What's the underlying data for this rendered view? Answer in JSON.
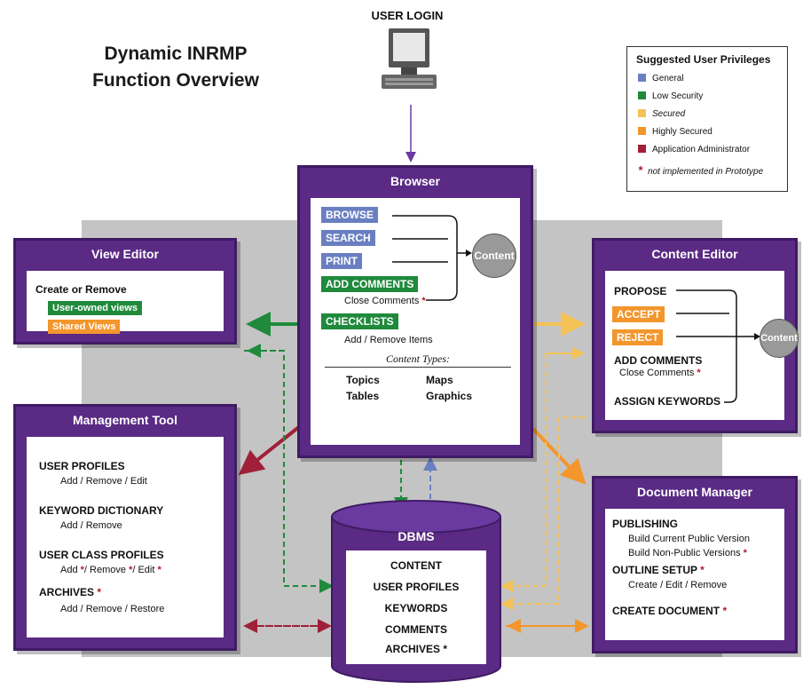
{
  "title": {
    "line1": "Dynamic INRMP",
    "line2": "Function Overview"
  },
  "login": {
    "label": "USER LOGIN"
  },
  "legend": {
    "title": "Suggested User Privileges",
    "items": [
      {
        "label": "General",
        "color": "#6a7fc2"
      },
      {
        "label": "Low Security",
        "color": "#1f8a3c"
      },
      {
        "label": "Secured",
        "color": "#f5c258"
      },
      {
        "label": "Highly Secured",
        "color": "#f3962c"
      },
      {
        "label": "Application Administrator",
        "color": "#a0203a"
      }
    ],
    "note": "not implemented in Prototype"
  },
  "browser": {
    "title": "Browser",
    "browse": "BROWSE",
    "search": "SEARCH",
    "print": "PRINT",
    "add_comments": "ADD COMMENTS",
    "close_comments": "Close Comments",
    "checklists": "CHECKLISTS",
    "add_remove_items": "Add / Remove Items",
    "content": "Content",
    "content_types": "Content Types:",
    "types": [
      "Topics",
      "Maps",
      "Tables",
      "Graphics"
    ]
  },
  "view_editor": {
    "title": "View Editor",
    "create_remove": "Create or Remove",
    "user_owned": "User-owned views",
    "shared": "Shared Views"
  },
  "content_editor": {
    "title": "Content Editor",
    "propose": "PROPOSE",
    "accept": "ACCEPT",
    "reject": "REJECT",
    "add_comments": "ADD COMMENTS",
    "close_comments": "Close Comments",
    "assign_keywords": "ASSIGN KEYWORDS",
    "content": "Content"
  },
  "management_tool": {
    "title": "Management Tool",
    "user_profiles": "USER PROFILES",
    "user_profiles_sub": "Add / Remove / Edit",
    "keyword_dictionary": "KEYWORD DICTIONARY",
    "keyword_sub": "Add / Remove",
    "user_class": "USER CLASS PROFILES",
    "uc_add": "Add",
    "uc_remove": "/ Remove",
    "uc_edit": "/ Edit",
    "archives": "ARCHIVES",
    "archives_sub": "Add / Remove / Restore"
  },
  "document_manager": {
    "title": "Document Manager",
    "publishing": "PUBLISHING",
    "build_public": "Build Current Public Version",
    "build_nonpublic": "Build Non-Public Versions",
    "outline_setup": "OUTLINE SETUP",
    "outline_sub": "Create / Edit / Remove",
    "create_document": "CREATE DOCUMENT"
  },
  "dbms": {
    "title": "DBMS",
    "items": [
      "CONTENT",
      "USER PROFILES",
      "KEYWORDS",
      "COMMENTS",
      "ARCHIVES *"
    ]
  }
}
